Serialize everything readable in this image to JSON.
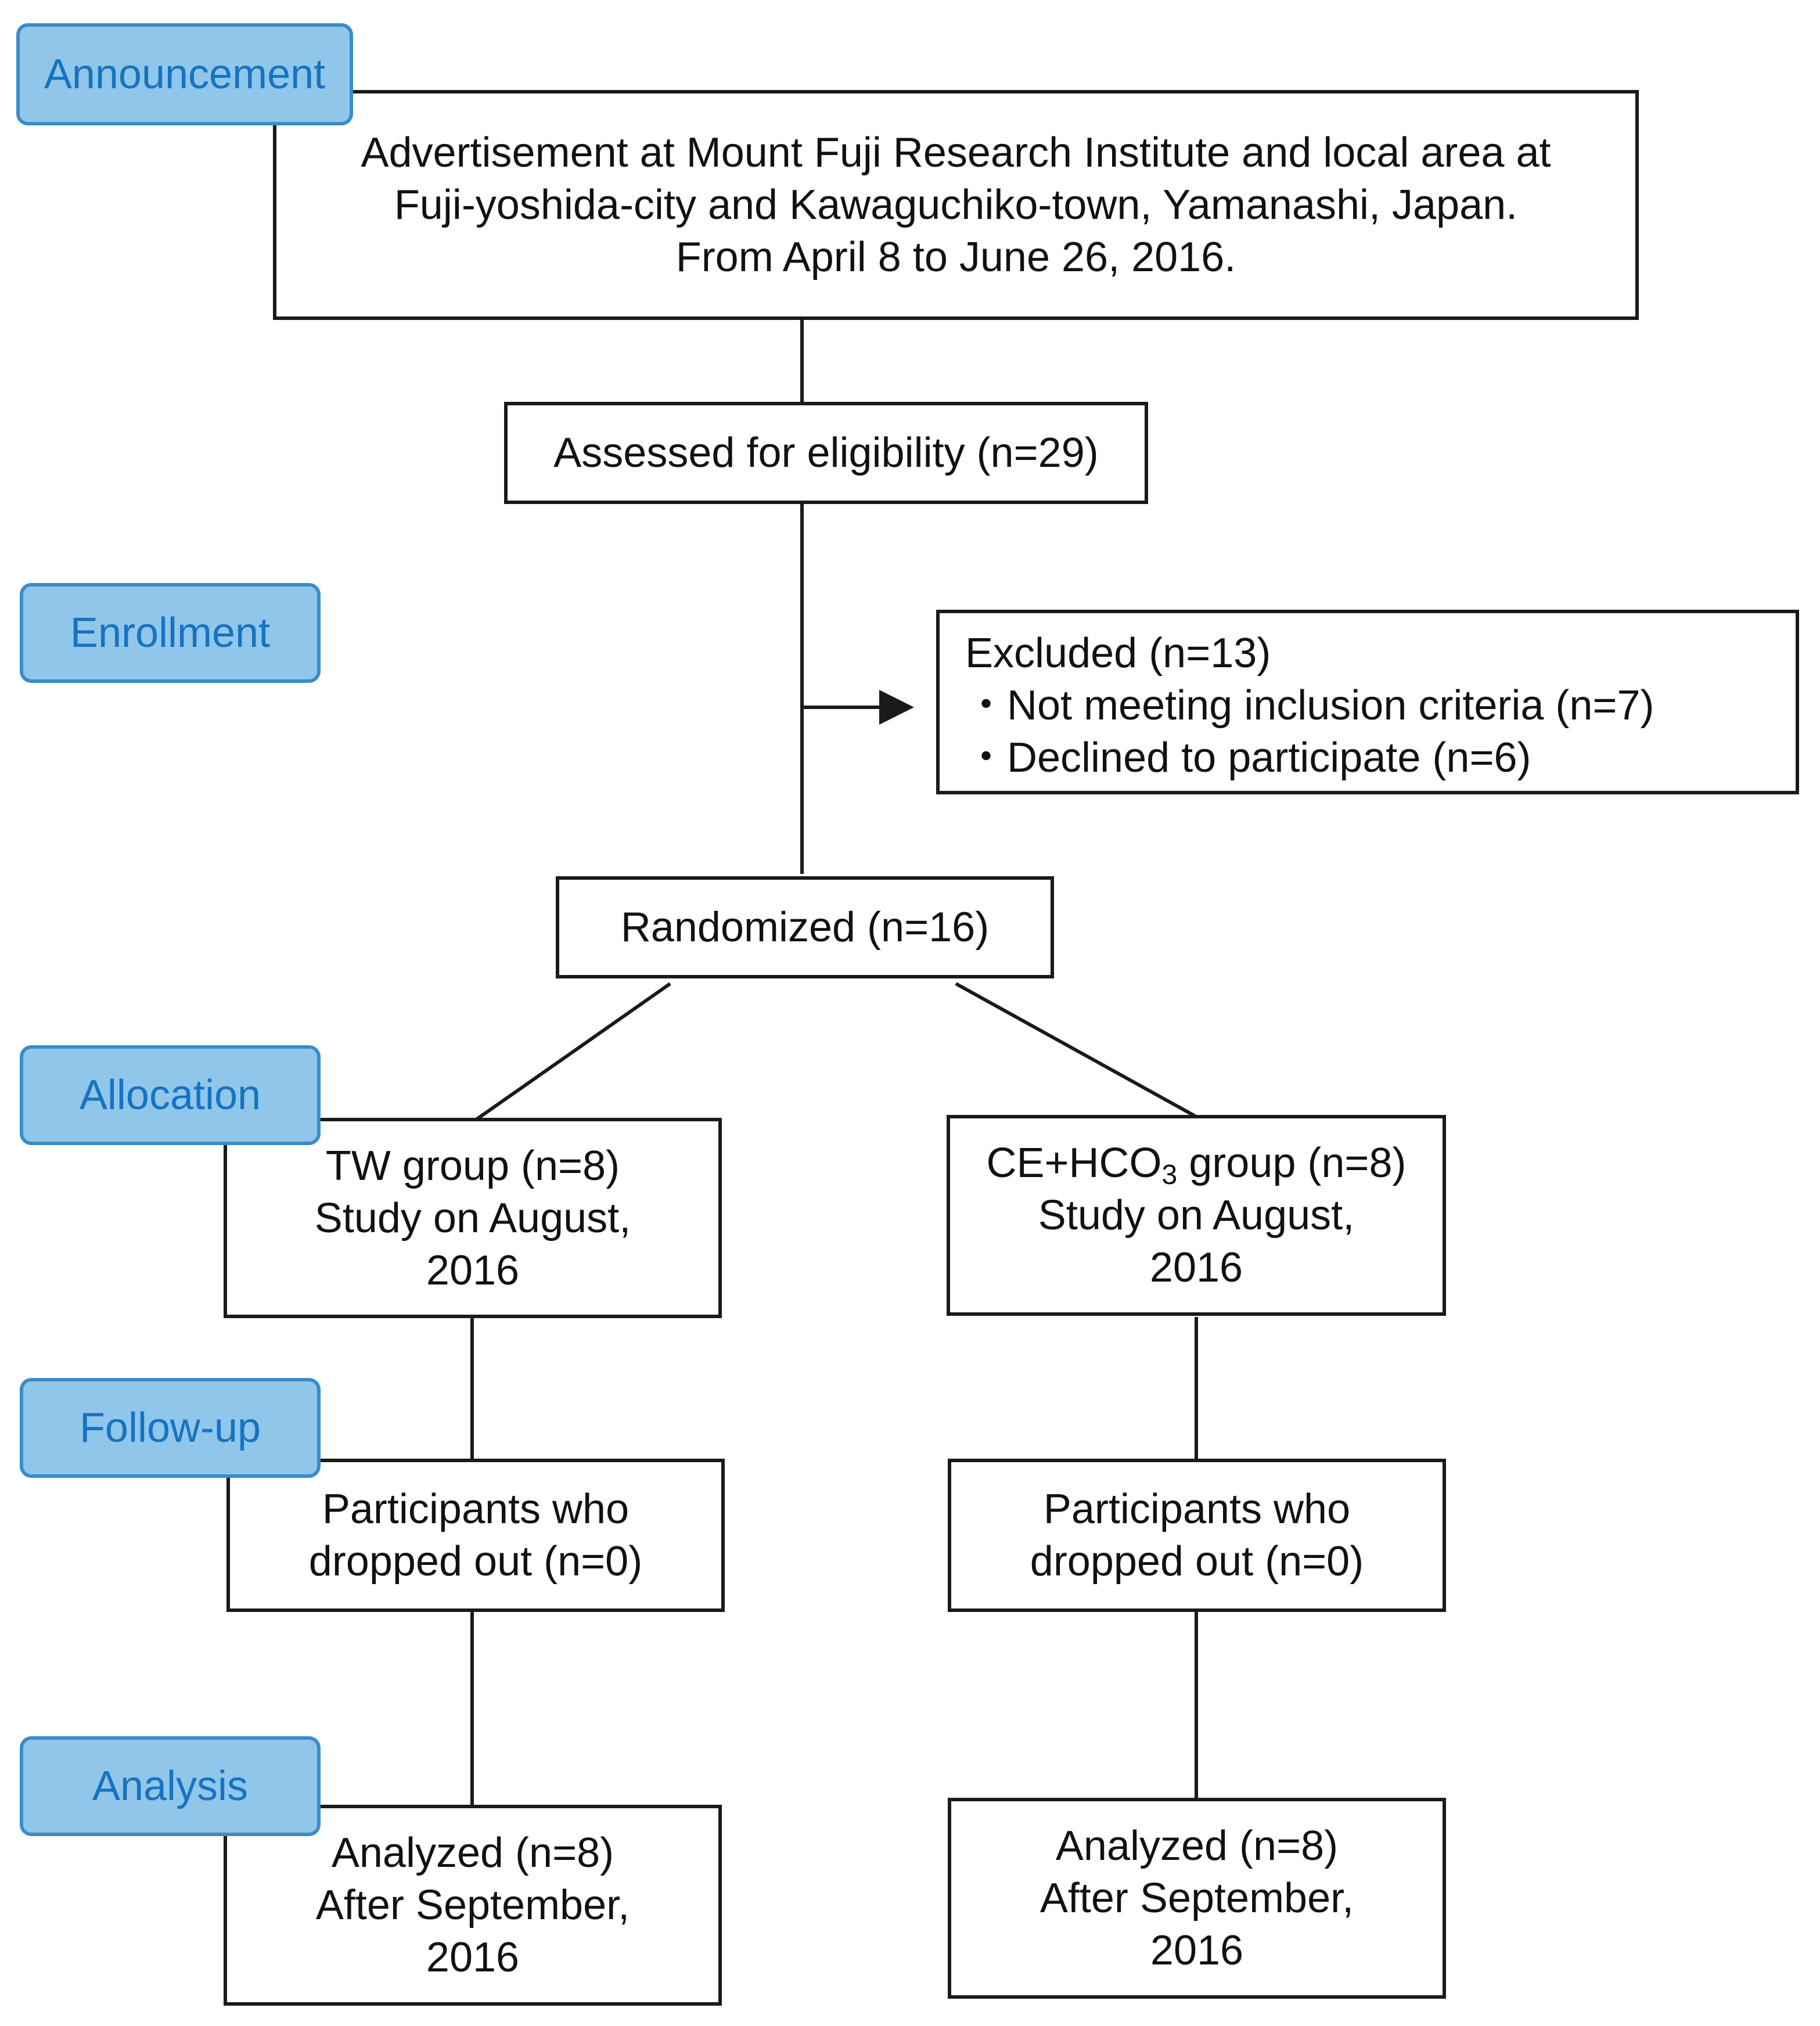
{
  "colors": {
    "stage_fill": "#8fc6ea",
    "stage_border": "#3a8cc8",
    "stage_text": "#1673c2",
    "box_border": "#1a1a1a",
    "connector": "#1a1a1a"
  },
  "stages": {
    "announcement": "Announcement",
    "enrollment": "Enrollment",
    "allocation": "Allocation",
    "follow_up": "Follow-up",
    "analysis": "Analysis"
  },
  "boxes": {
    "advertisement": {
      "line1": "Advertisement at Mount Fuji Research Institute and local area at",
      "line2": "Fuji-yoshida-city and Kawaguchiko-town, Yamanashi, Japan.",
      "line3": "From April 8 to June 26, 2016."
    },
    "assessed": "Assessed for eligibility (n=29)",
    "excluded": {
      "title": "Excluded (n=13)",
      "bullet_mark": "・",
      "item1": "Not meeting inclusion criteria (n=7)",
      "item2": "Declined to participate (n=6)"
    },
    "randomized": "Randomized (n=16)",
    "tw_group": {
      "line1": "TW group (n=8)",
      "line2": "Study on August,",
      "line3": "2016"
    },
    "ce_group": {
      "line1_prefix": "CE+HCO",
      "line1_sub": "3",
      "line1_suffix": " group (n=8)",
      "line2": "Study on August,",
      "line3": "2016"
    },
    "tw_dropout": {
      "line1": "Participants who",
      "line2": "dropped out (n=0)"
    },
    "ce_dropout": {
      "line1": "Participants who",
      "line2": "dropped out (n=0)"
    },
    "tw_analyzed": {
      "line1": "Analyzed (n=8)",
      "line2": "After September,",
      "line3": "2016"
    },
    "ce_analyzed": {
      "line1": "Analyzed (n=8)",
      "line2": "After September,",
      "line3": "2016"
    }
  }
}
